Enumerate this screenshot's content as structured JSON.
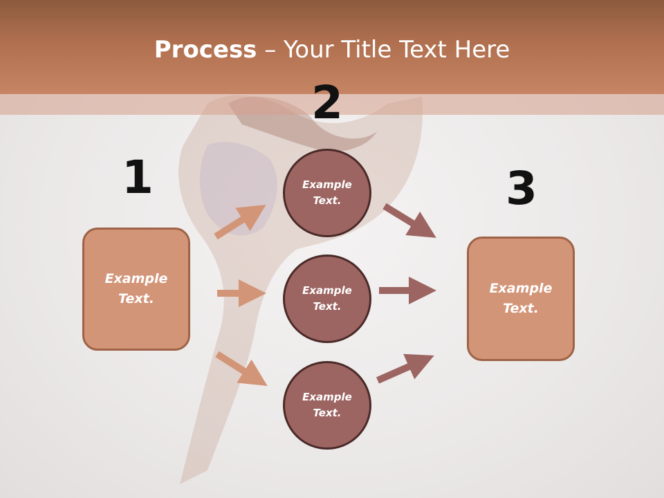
{
  "slide": {
    "title_bold": "Process",
    "title_rest": " – Your Title Text Here"
  },
  "steps": {
    "n1": "1",
    "n2": "2",
    "n3": "3"
  },
  "nodes": {
    "left_box": "Example\nText.",
    "circle_top": "Example\nText.",
    "circle_mid": "Example\nText.",
    "circle_bottom": "Example\nText.",
    "right_box": "Example\nText."
  },
  "colors": {
    "header": "#b0704f",
    "box_fill": "#d39578",
    "circle_fill": "#9c6562",
    "arrow_left": "#d39578",
    "arrow_right": "#9c6562"
  }
}
